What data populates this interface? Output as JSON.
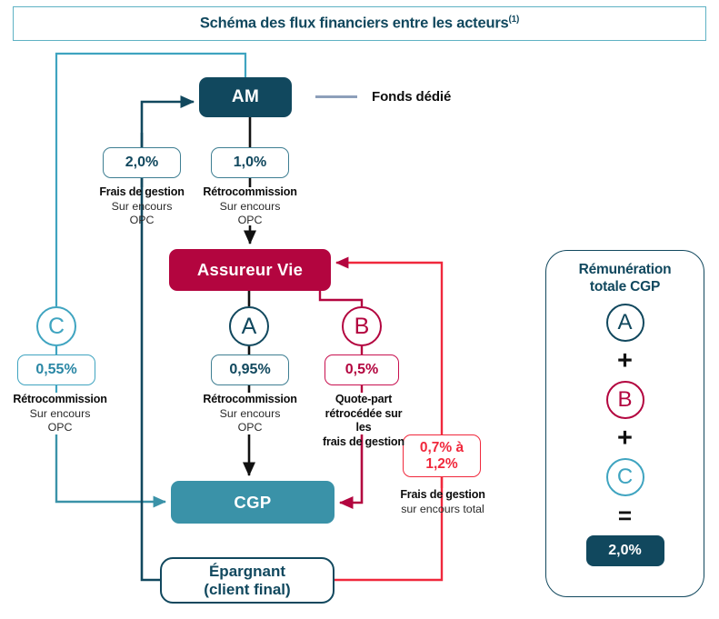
{
  "header": {
    "title": "Schéma des flux financiers entre les acteurs",
    "title_superscript": "(1)"
  },
  "legend": {
    "fonds_dedie_label": "Fonds dédié"
  },
  "nodes": {
    "am": "AM",
    "assureur": "Assureur Vie",
    "cgp": "CGP",
    "epargnant_line1": "Épargnant",
    "epargnant_line2": "(client final)"
  },
  "flows": [
    {
      "id": "frais-gestion-opc",
      "value": "2,0%",
      "caption_title": "Frais de gestion",
      "caption_line1": "Sur encours",
      "caption_line2": "OPC",
      "badge": "",
      "color": "#11485e"
    },
    {
      "id": "retrocommission-am",
      "value": "1,0%",
      "caption_title": "Rétrocommission",
      "caption_line1": "Sur encours",
      "caption_line2": "OPC",
      "badge": "",
      "color": "#11485e"
    },
    {
      "id": "retrocommission-a",
      "value": "0,95%",
      "caption_title": "Rétrocommission",
      "caption_line1": "Sur encours",
      "caption_line2": "OPC",
      "badge": "A",
      "color": "#11485e"
    },
    {
      "id": "quote-part-b",
      "value": "0,5%",
      "caption_title": "Quote-part",
      "caption_line1": "rétrocédée sur les",
      "caption_line2": "frais de gestion",
      "badge": "B",
      "color": "#b3053f"
    },
    {
      "id": "retrocommission-c",
      "value": "0,55%",
      "caption_title": "Rétrocommission",
      "caption_line1": "Sur encours",
      "caption_line2": "OPC",
      "badge": "C",
      "color": "#3fa4c0"
    },
    {
      "id": "frais-gestion-total",
      "value_line1": "0,7% à",
      "value_line2": "1,2%",
      "caption_title": "Frais de gestion",
      "caption_line1": "sur encours total",
      "badge": "",
      "color": "#f0283c"
    }
  ],
  "summary": {
    "title_line1": "Rémunération",
    "title_line2": "totale CGP",
    "terms": [
      "A",
      "B",
      "C"
    ],
    "operators": [
      "+",
      "+",
      "="
    ],
    "total": "2,0%"
  },
  "colors": {
    "navy": "#11485e",
    "crimson": "#b3053f",
    "teal": "#3a92a8",
    "light_teal": "#3fa4c0",
    "bright_red": "#f0283c",
    "legend_grey_blue": "#8d9fba",
    "banner_border": "#5fb2c4",
    "black": "#0d0d0d"
  }
}
